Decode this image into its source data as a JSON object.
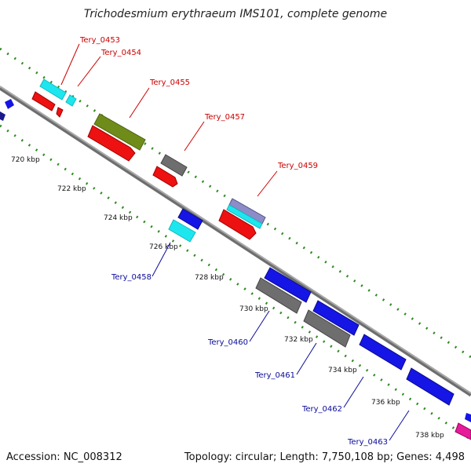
{
  "title": "Trichodesmium erythraeum IMS101, complete genome",
  "footer": {
    "accession": "Accession: NC_008312",
    "info": "Topology: circular; Length: 7,750,108 bp; Genes: 4,498"
  },
  "kbp_labels": [
    "720 kbp",
    "722 kbp",
    "724 kbp",
    "726 kbp",
    "728 kbp",
    "730 kbp",
    "732 kbp",
    "734 kbp",
    "736 kbp",
    "738 kbp"
  ],
  "gene_labels": {
    "tery_0453": "Tery_0453",
    "tery_0454": "Tery_0454",
    "tery_0455": "Tery_0455",
    "tery_0457": "Tery_0457",
    "tery_0459": "Tery_0459",
    "tery_0458": "Tery_0458",
    "tery_0460": "Tery_0460",
    "tery_0461": "Tery_0461",
    "tery_0462": "Tery_0462",
    "tery_0463": "Tery_0463"
  },
  "colors": {
    "backbone": "#8c8c8c",
    "ticks": "#2e8b1f",
    "cyan": "#1ee6ee",
    "red": "#ee1111",
    "olive": "#6f8c1a",
    "gray": "#6e6e6e",
    "blue": "#1515e6",
    "lavender": "#8c8cc8",
    "magenta": "#e61a9a",
    "navy": "#1a1a8c"
  }
}
